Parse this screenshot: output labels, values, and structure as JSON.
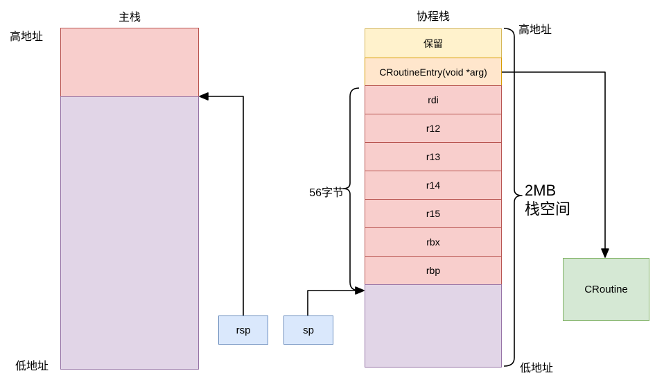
{
  "main_stack": {
    "title": "主栈",
    "high_address_label": "高地址",
    "low_address_label": "低地址",
    "colors": {
      "used_fill": "#f8cecc",
      "used_border": "#b85450",
      "free_fill": "#e1d5e7",
      "free_border": "#9673a6"
    }
  },
  "coroutine_stack": {
    "title": "协程栈",
    "high_address_label": "高地址",
    "low_address_label": "低地址",
    "reserved_label": "保留",
    "entry_label": "CRoutineEntry(void *arg)",
    "registers": [
      "rdi",
      "r12",
      "r13",
      "r14",
      "r15",
      "rbx",
      "rbp"
    ],
    "colors": {
      "reserved_fill": "#fff2cc",
      "reserved_border": "#d6b656",
      "entry_fill": "#ffe6cc",
      "entry_border": "#d79b00",
      "register_fill": "#f8cecc",
      "register_border": "#b85450",
      "free_fill": "#e1d5e7",
      "free_border": "#9673a6"
    }
  },
  "pointers": {
    "rsp_label": "rsp",
    "sp_label": "sp",
    "box_fill": "#dae8fc",
    "box_border": "#6c8ebf"
  },
  "annotations": {
    "saved_bytes_label": "56字节",
    "stack_size_line1": "2MB",
    "stack_size_line2": "栈空间",
    "line_color": "#000000"
  },
  "croutine": {
    "label": "CRoutine",
    "fill": "#d5e8d4",
    "border": "#82b366"
  }
}
